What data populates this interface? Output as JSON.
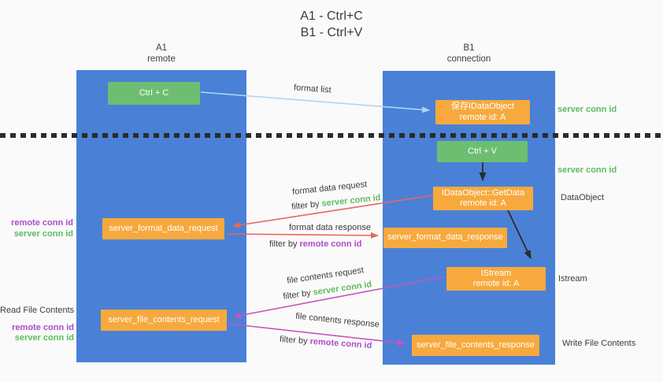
{
  "title": {
    "line1": "A1 - Ctrl+C",
    "line2": "B1 - Ctrl+V"
  },
  "lanes": {
    "left": {
      "name": "A1",
      "role": "remote"
    },
    "right": {
      "name": "B1",
      "role": "connection"
    }
  },
  "nodes": {
    "ctrl_c": {
      "label": "Ctrl + C"
    },
    "save_idataobject": {
      "line1": "保存IDataObject",
      "line2": "remote id: A"
    },
    "ctrl_v": {
      "label": "Ctrl + V"
    },
    "getdata": {
      "line1": "IDataObject::GetData",
      "line2": "remote id: A"
    },
    "format_request": {
      "label": "server_format_data_request"
    },
    "format_response": {
      "label": "server_format_data_response"
    },
    "istream": {
      "line1": "IStream",
      "line2": "remote id: A"
    },
    "file_request": {
      "label": "server_file_contents_request"
    },
    "file_response": {
      "label": "server_file_contents_response"
    }
  },
  "edge_labels": {
    "format_list": "format list",
    "format_data_request": "format data request",
    "format_data_response": "format data response",
    "file_contents_request": "file contents request",
    "file_contents_response": "file contents response",
    "filter_by": "filter by",
    "server_conn_id": "server conn id",
    "remote_conn_id": "remote conn id"
  },
  "side_labels": {
    "server_conn_id_top_right": "server conn id",
    "server_conn_id_mid_right": "server conn id",
    "dataobject": "DataObject",
    "istream": "Istream",
    "write_file_contents": "Write File Contents",
    "remote_conn_id_left": "remote conn id",
    "server_conn_id_left": "server conn id",
    "read_file_contents": "Read File Contents",
    "remote_conn_id_left_bottom": "remote conn id",
    "server_conn_id_left_bottom": "server conn id"
  },
  "colors": {
    "background": "#FAFAFA",
    "lane_blue": "#4A81D6",
    "box_green": "#6DBE71",
    "box_orange": "#F7A93D",
    "text_dark": "#3C3C3C",
    "text_green": "#5CBC5C",
    "text_purple": "#AB4DC7",
    "arrow_blue": "#AED6F1",
    "arrow_red": "#E8675C",
    "arrow_magenta": "#C555BE",
    "arrow_black": "#2B2B2B",
    "divider_black": "#2B2B2B"
  }
}
